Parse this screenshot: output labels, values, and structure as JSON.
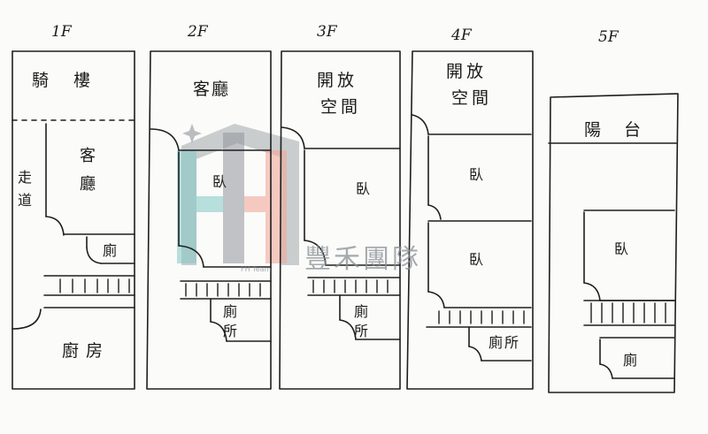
{
  "floors": [
    {
      "label": "1F",
      "rooms": {
        "arcade": "騎樓",
        "living": "客廳",
        "corridor": "走道",
        "toilet": "廁",
        "kitchen": "廚房"
      }
    },
    {
      "label": "2F",
      "rooms": {
        "living": "客廳",
        "bedroom": "臥",
        "restroom": "廁所"
      }
    },
    {
      "label": "3F",
      "rooms": {
        "open_line1": "開放",
        "open_line2": "空間",
        "bedroom": "臥",
        "restroom": "廁所"
      }
    },
    {
      "label": "4F",
      "rooms": {
        "open_line1": "開放",
        "open_line2": "空間",
        "bedroom_upper": "臥",
        "bedroom_lower": "臥",
        "restroom": "廁所"
      }
    },
    {
      "label": "5F",
      "rooms": {
        "balcony": "陽台",
        "bedroom": "臥",
        "toilet": "廁"
      }
    }
  ],
  "watermark": {
    "brand": "豐禾團隊",
    "small": "FH Team",
    "colors": {
      "gray": "#8f949a",
      "teal": "#7fc9c4",
      "coral": "#f2a99a"
    }
  }
}
